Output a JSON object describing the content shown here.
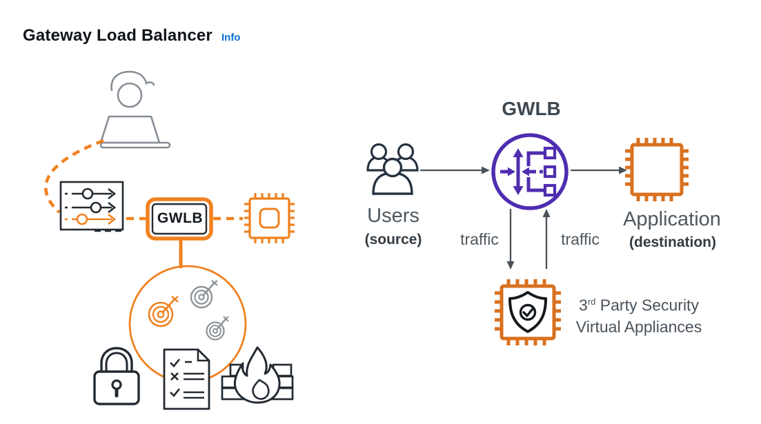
{
  "header": {
    "title": "Gateway Load Balancer",
    "info_label": "Info"
  },
  "left_diagram": {
    "gwlb_box_label": "GWLB",
    "icons": [
      "person-at-laptop-icon",
      "settings-sliders-icon",
      "chip-icon",
      "target-bullseye-icon",
      "lock-icon",
      "checklist-document-icon",
      "firewall-flame-icon"
    ]
  },
  "right_diagram": {
    "title": "GWLB",
    "users_label": "Users",
    "users_sublabel": "(source)",
    "application_label": "Application",
    "application_sublabel": "(destination)",
    "traffic_down_label": "traffic",
    "traffic_up_label": "traffic",
    "security_line1_num": "3",
    "security_line1_sup": "rd",
    "security_line1_rest": " Party Security",
    "security_line2": "Virtual Appliances",
    "icons": [
      "users-icon",
      "gateway-load-balancer-circle-icon",
      "application-chip-icon",
      "security-appliance-chip-icon",
      "shield-check-icon"
    ]
  },
  "colors": {
    "accent_orange": "#F0811F",
    "chip_orange": "#D9711F",
    "gwlb_purple": "#4F2DB0",
    "icon_dark": "#232A31",
    "icon_gray": "#8D9499",
    "arrow_gray": "#4A5157",
    "link_blue": "#0972D3",
    "label_gray": "#4F585F"
  }
}
